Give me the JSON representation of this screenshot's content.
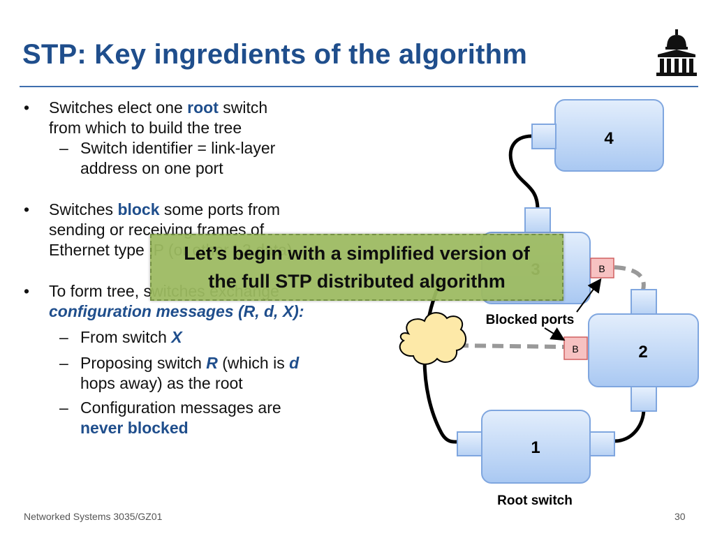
{
  "title": "STP: Key ingredients of the algorithm",
  "bullets": {
    "b1_pre": "Switches elect one ",
    "b1_hl": "root",
    "b1_post": " switch",
    "b1_line2": "from which to build the tree",
    "b1_sub1_line1": "Switch identifier = link-layer",
    "b1_sub1_line2": "address on one port",
    "b2_pre": "Switches ",
    "b2_hl": "block",
    "b2_post": " some ports from",
    "b2_line2": "sending or receiving frames of",
    "b2_line3": "Ethernet type IP (or other L3 data)",
    "b3_line1": "To form tree, switches exchange",
    "b3_line2": "configuration messages (R, d, X):",
    "b3_sub1_pre": "From switch ",
    "b3_sub1_hl": "X",
    "b3_sub2_pre": "Proposing switch ",
    "b3_sub2_hl": "R",
    "b3_sub2_mid": " (which is ",
    "b3_sub2_hl2": "d",
    "b3_sub2_line2": "hops away) as the root",
    "b3_sub3_line1": "Configuration messages are",
    "b3_sub3_hl": "never blocked"
  },
  "callout": {
    "line1": "Let’s begin with a simplified version of",
    "line2": "the full STP distributed algorithm"
  },
  "diagram": {
    "switches": [
      "4",
      "3",
      "2",
      "1"
    ],
    "blocked_label": "B",
    "blocked_ports_label": "Blocked ports",
    "root_label": "Root switch"
  },
  "footer": {
    "left": "Networked Systems 3035/GZ01",
    "page": "30"
  },
  "colors": {
    "title": "#1f4e8c",
    "switch_fill": "#c8dcf7",
    "callout": "#9dbb61",
    "blocked": "#f4b8b8",
    "cloud": "#fde9a8"
  },
  "icons": {
    "logo": "university-building-icon"
  }
}
